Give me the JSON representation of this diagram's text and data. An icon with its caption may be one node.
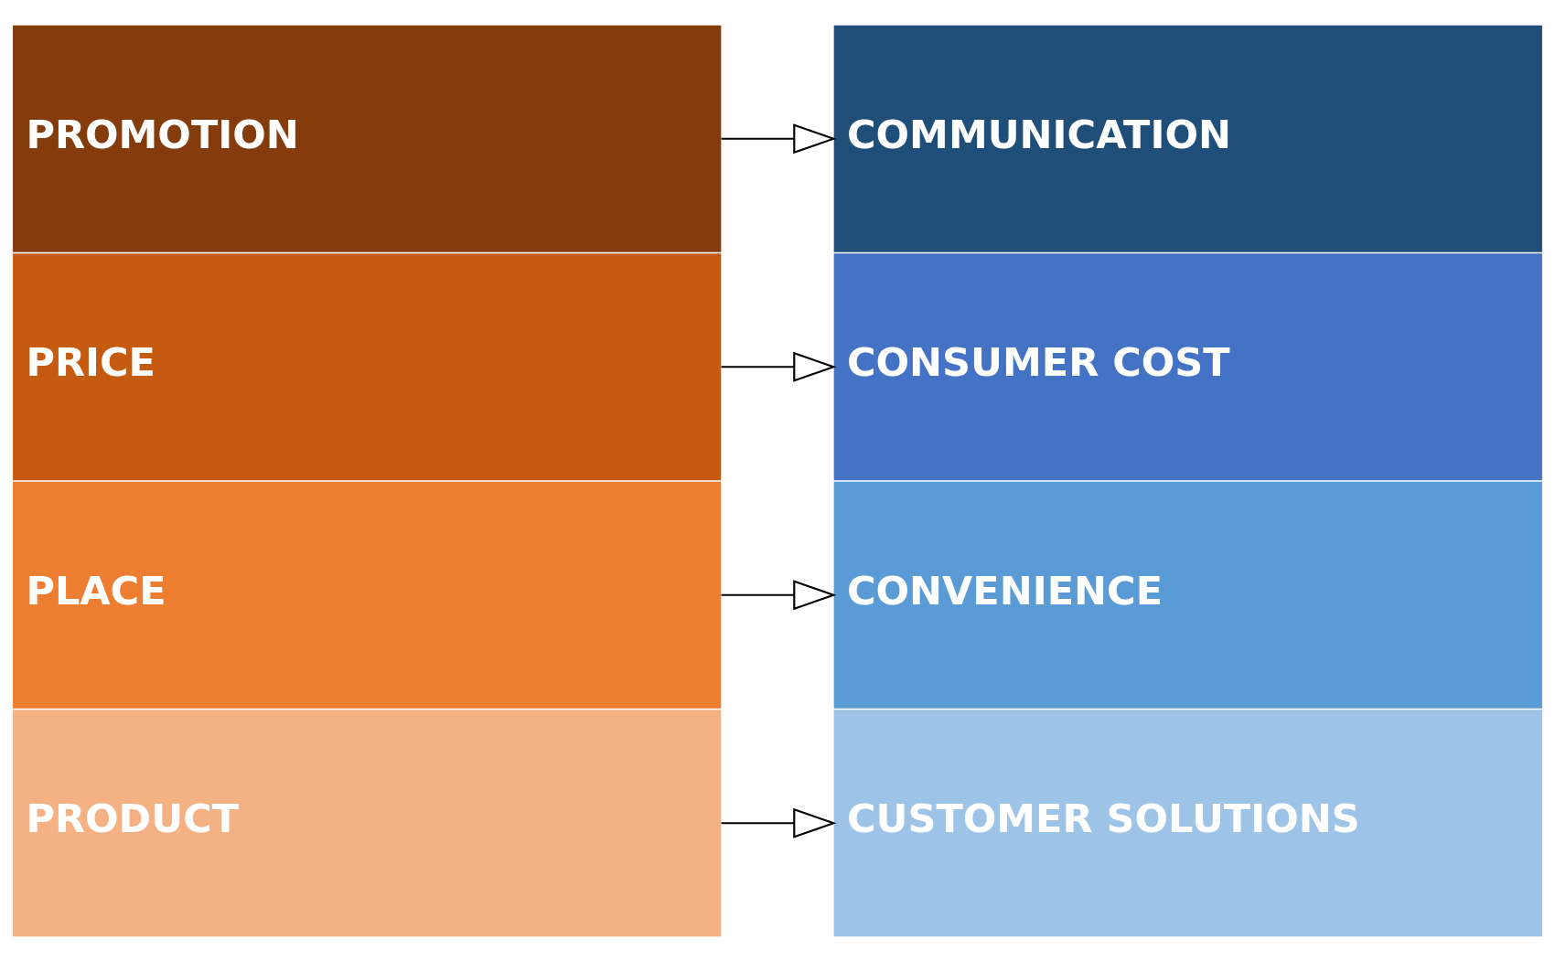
{
  "diagram": {
    "nodes": [
      {
        "text": [
          "PRODUCT"
        ]
      },
      {
        "text": [
          "CUSTOMER SOLUTIONS"
        ]
      },
      {
        "text": [
          "PLACE"
        ]
      },
      {
        "text": [
          "CONVENIENCE"
        ]
      },
      {
        "text": [
          "PRICE"
        ]
      },
      {
        "text": [
          "CONSUMER COST"
        ]
      },
      {
        "text": [
          "PROMOTION"
        ]
      },
      {
        "text": [
          "COMMUNICATION"
        ]
      }
    ],
    "edges": [
      {
        "from": 0,
        "to": 1,
        "arrow": "to"
      },
      {
        "from": 2,
        "to": 3,
        "arrow": "to"
      },
      {
        "from": 4,
        "to": 5,
        "arrow": "to"
      },
      {
        "from": 6,
        "to": 7,
        "arrow": "to"
      }
    ]
  }
}
